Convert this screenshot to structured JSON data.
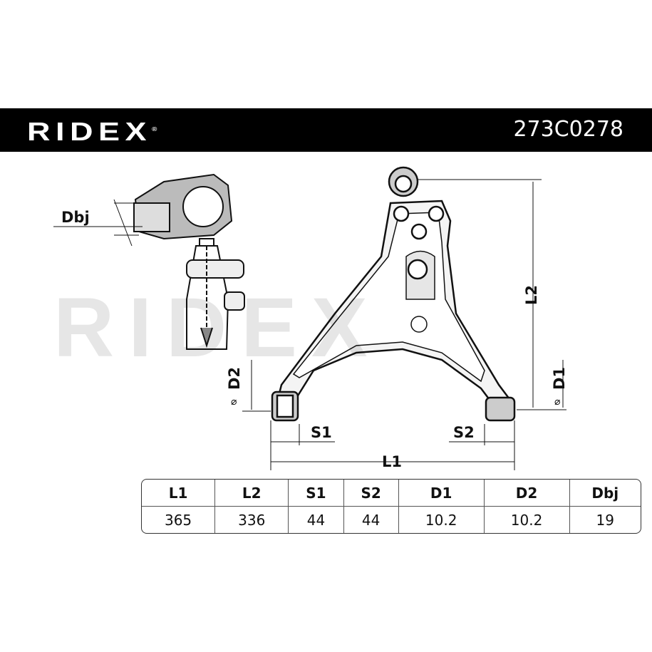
{
  "header": {
    "brand": "RIDEX",
    "part_number": "273C0278"
  },
  "watermark": "RIDEX",
  "dimension_labels": {
    "dbj": "Dbj",
    "d2": "D2",
    "l2": "L2",
    "d1": "D1",
    "s1": "S1",
    "s2": "S2",
    "l1": "L1",
    "diameter_symbol": "⌀"
  },
  "spec_table": {
    "headers": [
      "L1",
      "L2",
      "S1",
      "S2",
      "D1",
      "D2",
      "Dbj"
    ],
    "values": [
      "365",
      "336",
      "44",
      "44",
      "10.2",
      "10.2",
      "19"
    ]
  }
}
